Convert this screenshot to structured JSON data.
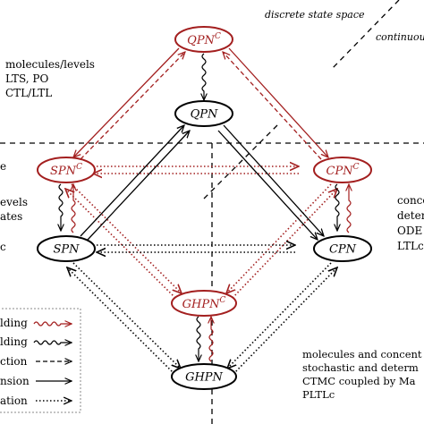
{
  "colors": {
    "red": "#a31f1f",
    "black": "#000000"
  },
  "nodes": {
    "qpnc": {
      "base": "QPN",
      "sup": "C"
    },
    "qpn": {
      "base": "QPN",
      "sup": ""
    },
    "spnc": {
      "base": "SPN",
      "sup": "C"
    },
    "cpnc": {
      "base": "CPN",
      "sup": "C"
    },
    "spn": {
      "base": "SPN",
      "sup": ""
    },
    "cpn": {
      "base": "CPN",
      "sup": ""
    },
    "ghpnc": {
      "base": "GHPN",
      "sup": "C"
    },
    "ghpn": {
      "base": "GHPN",
      "sup": ""
    }
  },
  "annotations": {
    "discrete": "discrete state space",
    "continuous": "continuou",
    "left_top": [
      "molecules/levels",
      "LTS, PO",
      "CTL/LTL"
    ],
    "left_mid_1": "e",
    "left_mid_2": [
      "evels",
      "ates"
    ],
    "left_mid_3": "c",
    "right_mid": [
      "conce",
      "deterr",
      "ODE",
      "LTLc"
    ],
    "bottom_right": [
      "molecules and concent",
      "stochastic and determ",
      "CTMC coupled by Ma",
      "PLTLc"
    ]
  },
  "legend": [
    "lding",
    "lding",
    "ction",
    "nsion",
    "ation"
  ]
}
